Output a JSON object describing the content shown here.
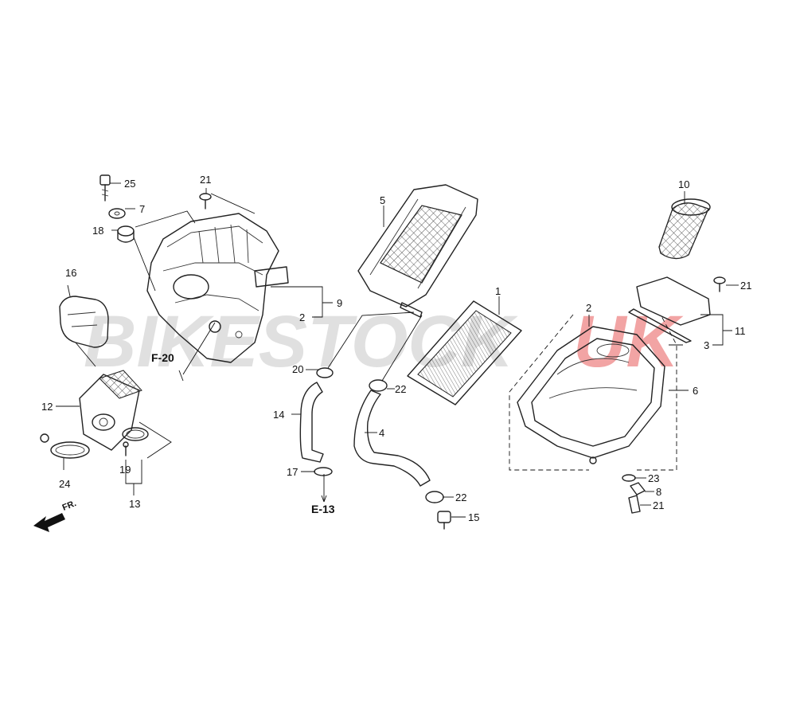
{
  "watermark": {
    "text": "BIKESTOCK",
    "accent_text": "UK",
    "color": "#cccccc",
    "accent_color": "#e85a5a"
  },
  "references": {
    "f20": "F-20",
    "e13": "E-13"
  },
  "direction": {
    "label": "FR."
  },
  "callouts": {
    "c1": "1",
    "c2a": "2",
    "c2b": "2",
    "c3": "3",
    "c4": "4",
    "c5": "5",
    "c6": "6",
    "c7": "7",
    "c8": "8",
    "c9": "9",
    "c10": "10",
    "c11": "11",
    "c12": "12",
    "c13": "13",
    "c14": "14",
    "c15": "15",
    "c16": "16",
    "c17": "17",
    "c18": "18",
    "c19": "19",
    "c20": "20",
    "c21a": "21",
    "c21b": "21",
    "c21c": "21",
    "c22a": "22",
    "c22b": "22",
    "c23": "23",
    "c24": "24",
    "c25": "25"
  }
}
